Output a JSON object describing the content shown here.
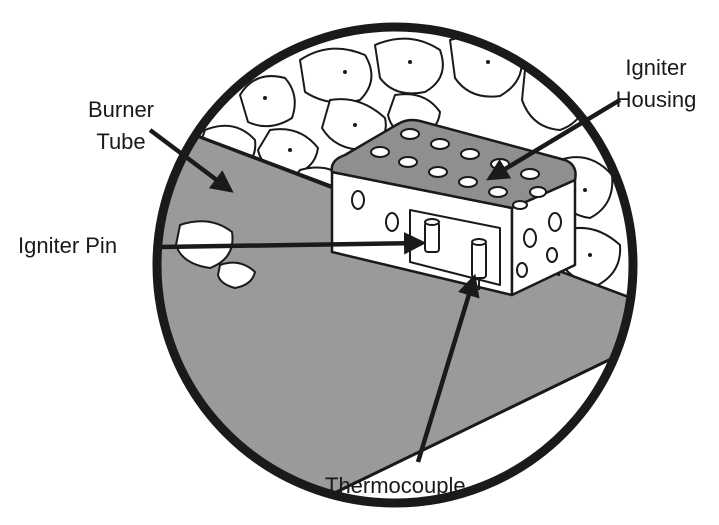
{
  "labels": {
    "burner_tube": [
      "Burner",
      "Tube"
    ],
    "igniter_housing": [
      "Igniter",
      "Housing"
    ],
    "igniter_pin": "Igniter Pin",
    "thermocouple": "Thermocouple"
  },
  "colors": {
    "outline": "#1a1a1a",
    "burner_tube": "#9a9a9a",
    "housing": "#8f8f8f",
    "housing_side": "#ffffff",
    "rock_fill": "#ffffff",
    "background": "#ffffff"
  }
}
